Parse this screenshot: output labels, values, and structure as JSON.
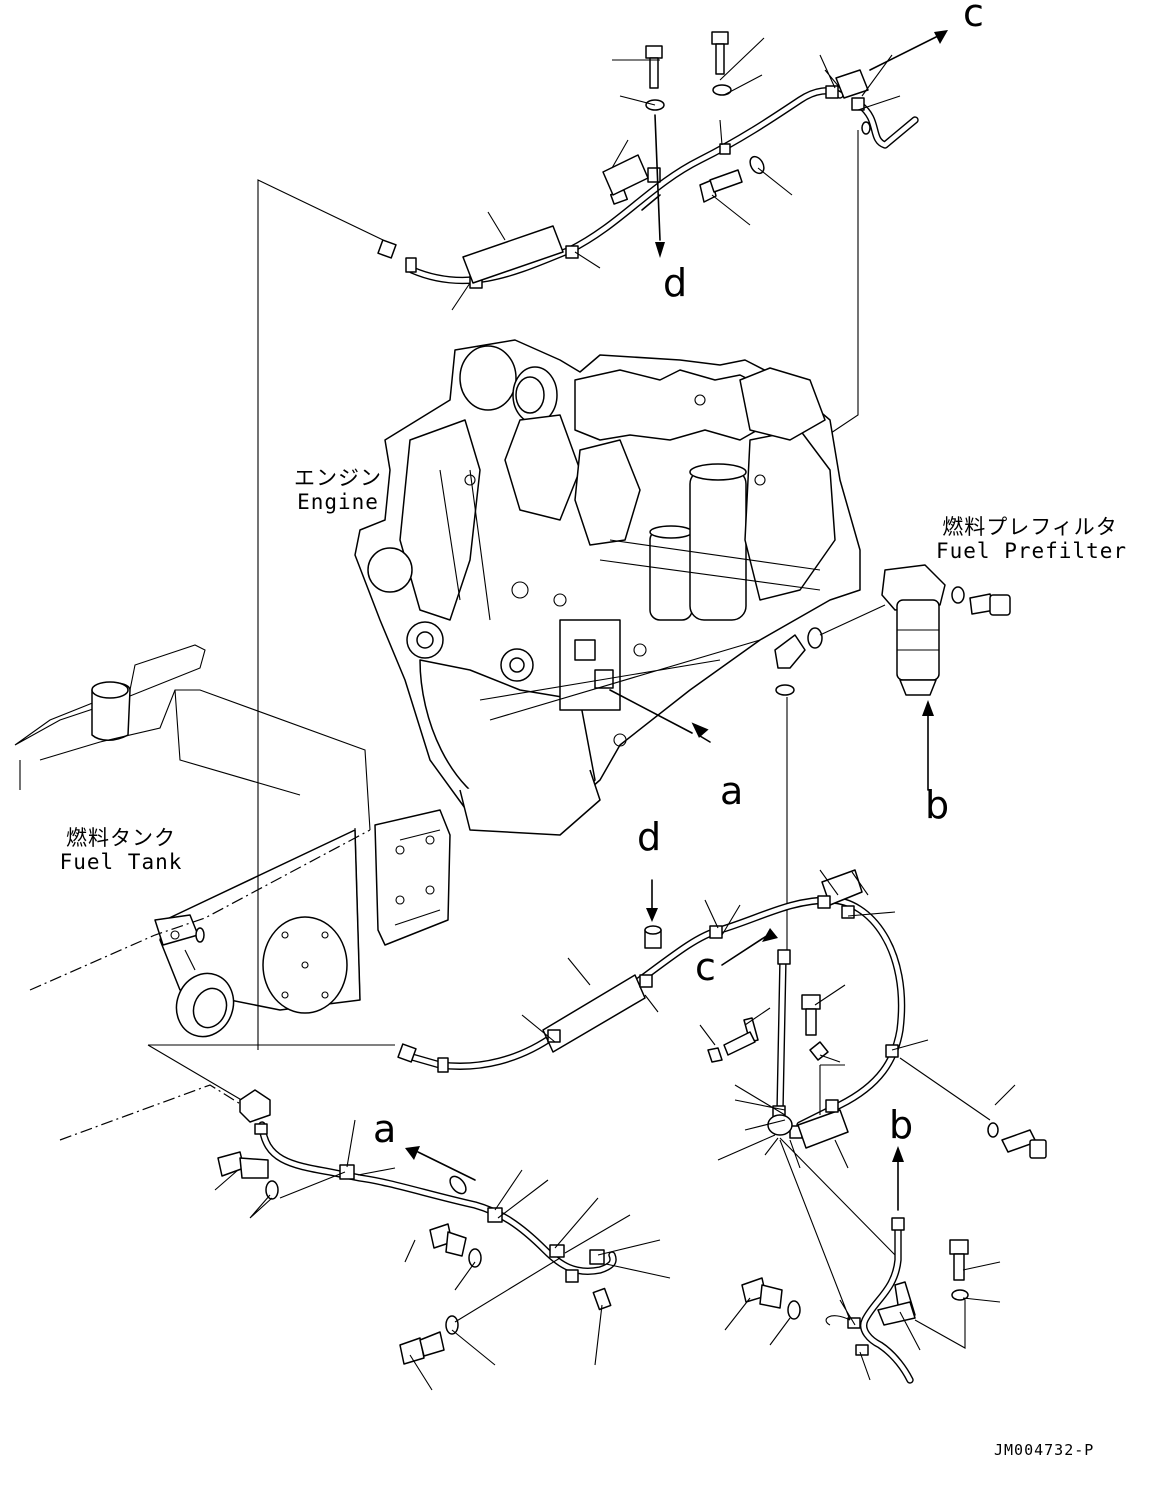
{
  "labels": {
    "engine_jp": "エンジン",
    "engine_en": "Engine",
    "prefilter_jp": "燃料プレフィルタ",
    "prefilter_en": "Fuel Prefilter",
    "tank_jp": "燃料タンク",
    "tank_en": "Fuel Tank"
  },
  "refs": {
    "c_top": "c",
    "d_top": "d",
    "a_engine": "a",
    "b_filter": "b",
    "d_mid": "d",
    "c_mid": "c",
    "a_bottom": "a",
    "b_bottom": "b"
  },
  "drawing_code": "JM004732-P"
}
